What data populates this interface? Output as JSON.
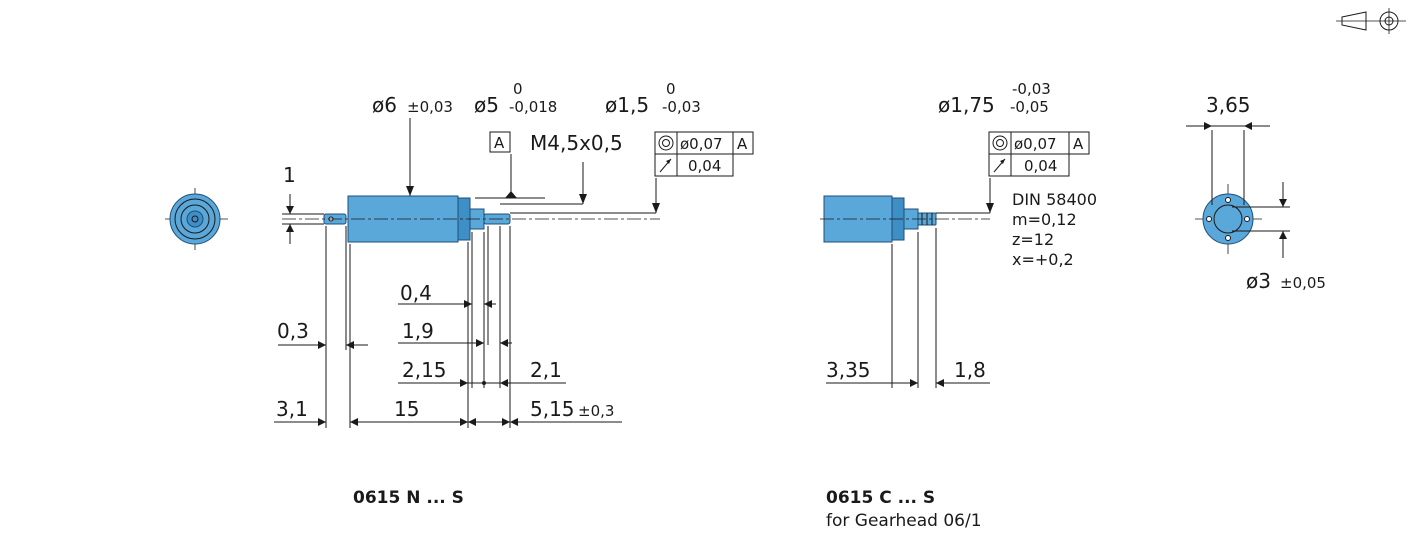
{
  "views": {
    "n_type": {
      "caption": "0615 N ... S",
      "dimensions": {
        "dia_body": "ø6",
        "dia_body_tol": "±0,03",
        "dia_front": "ø5",
        "dia_front_tol_upper": "0",
        "dia_front_tol_lower": "-0,018",
        "dia_shaft": "ø1,5",
        "dia_shaft_tol_upper": "0",
        "dia_shaft_tol_lower": "-0,03",
        "thread": "M4,5x0,5",
        "datum": "A",
        "concentricity_value": "ø0,07",
        "concentricity_datum": "A",
        "runout_value": "0,04",
        "rear_height": "1",
        "d_0_4": "0,4",
        "d_1_9": "1,9",
        "d_0_3": "0,3",
        "d_2_15": "2,15",
        "d_2_1": "2,1",
        "d_3_1": "3,1",
        "d_15": "15",
        "d_5_15": "5,15",
        "d_5_15_tol": "±0,3"
      }
    },
    "c_type": {
      "caption": "0615 C ... S",
      "subcaption": "for Gearhead 06/1",
      "dimensions": {
        "dia_pinion": "ø1,75",
        "dia_pinion_tol_upper": "-0,03",
        "dia_pinion_tol_lower": "-0,05",
        "concentricity_value": "ø0,07",
        "concentricity_datum": "A",
        "runout_value": "0,04",
        "d_3_35": "3,35",
        "d_1_8": "1,8"
      },
      "gear_spec": [
        "DIN 58400",
        "m=0,12",
        "z=12",
        "x=+0,2"
      ]
    },
    "front_view": {
      "width": "3,65",
      "bore": "ø3",
      "bore_tol": "±0,05"
    }
  },
  "colors": {
    "part_fill": "#5aa7d9",
    "part_dark": "#3f8fc7",
    "part_outline": "#1d4f78",
    "line": "#1a1a1a"
  },
  "icons": [
    "projection-symbol-icon",
    "concentricity-icon",
    "runout-icon"
  ]
}
